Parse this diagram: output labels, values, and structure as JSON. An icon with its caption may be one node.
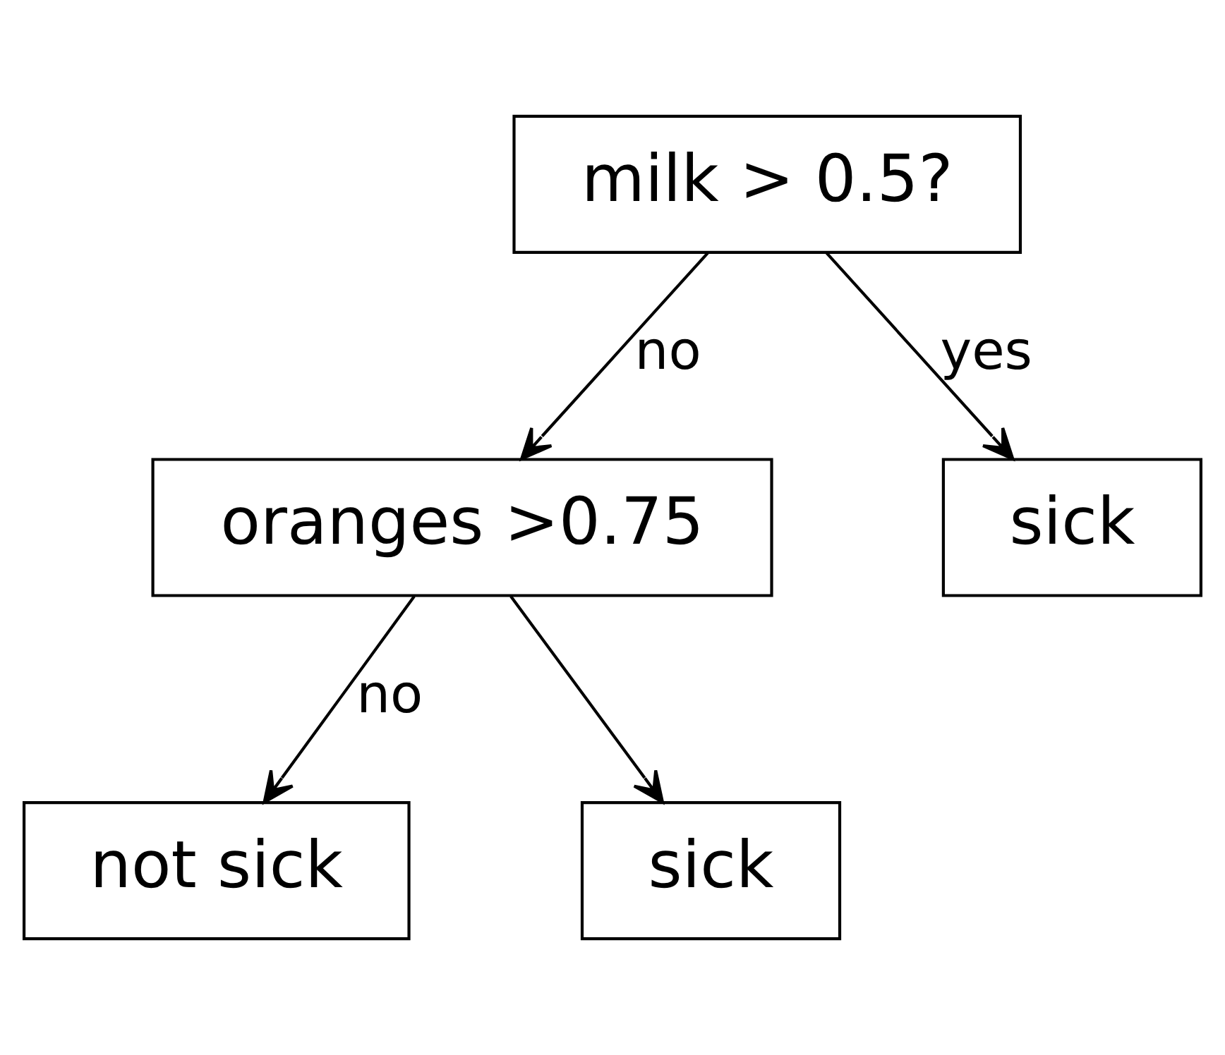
{
  "diagram": {
    "nodes": [
      {
        "text": [
          "milk > 0.5?"
        ]
      },
      {
        "text": [
          "oranges >0.75"
        ]
      },
      {
        "text": [
          "sick"
        ]
      },
      {
        "text": [
          "not sick"
        ]
      },
      {
        "text": [
          "sick"
        ]
      }
    ],
    "edges": [
      {
        "from": 0,
        "to": 1,
        "arrow": "to",
        "label": "no"
      },
      {
        "from": 0,
        "to": 2,
        "arrow": "to",
        "label": "yes"
      },
      {
        "from": 1,
        "to": 3,
        "arrow": "to",
        "label": "no"
      },
      {
        "from": 1,
        "to": 4,
        "arrow": "to"
      }
    ]
  }
}
